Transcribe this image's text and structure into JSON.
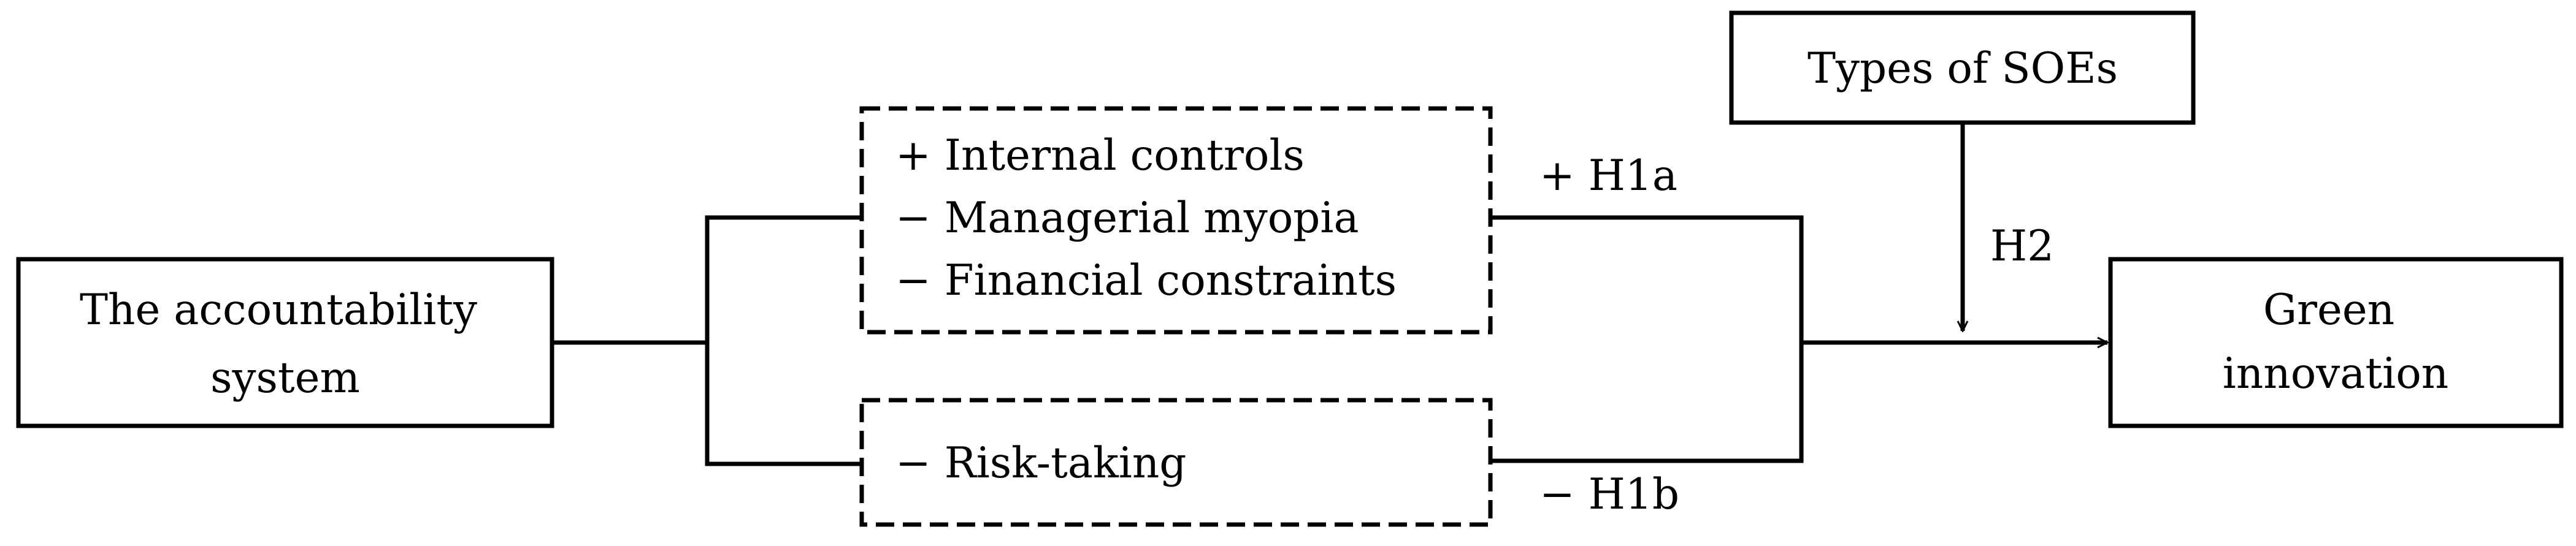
{
  "diagram": {
    "nodes": {
      "accountability": {
        "lines": [
          "The accountability",
          "system"
        ]
      },
      "mediators_top": {
        "lines": [
          "+ Internal controls",
          "− Managerial myopia",
          "− Financial constraints"
        ]
      },
      "mediators_bottom": {
        "lines": [
          "− Risk-taking"
        ]
      },
      "types_soes": {
        "label": "Types of SOEs"
      },
      "green_innovation": {
        "lines": [
          "Green",
          "innovation"
        ]
      }
    },
    "hypotheses": {
      "h1a": "+ H1a",
      "h1b": "− H1b",
      "h2": "H2"
    }
  }
}
